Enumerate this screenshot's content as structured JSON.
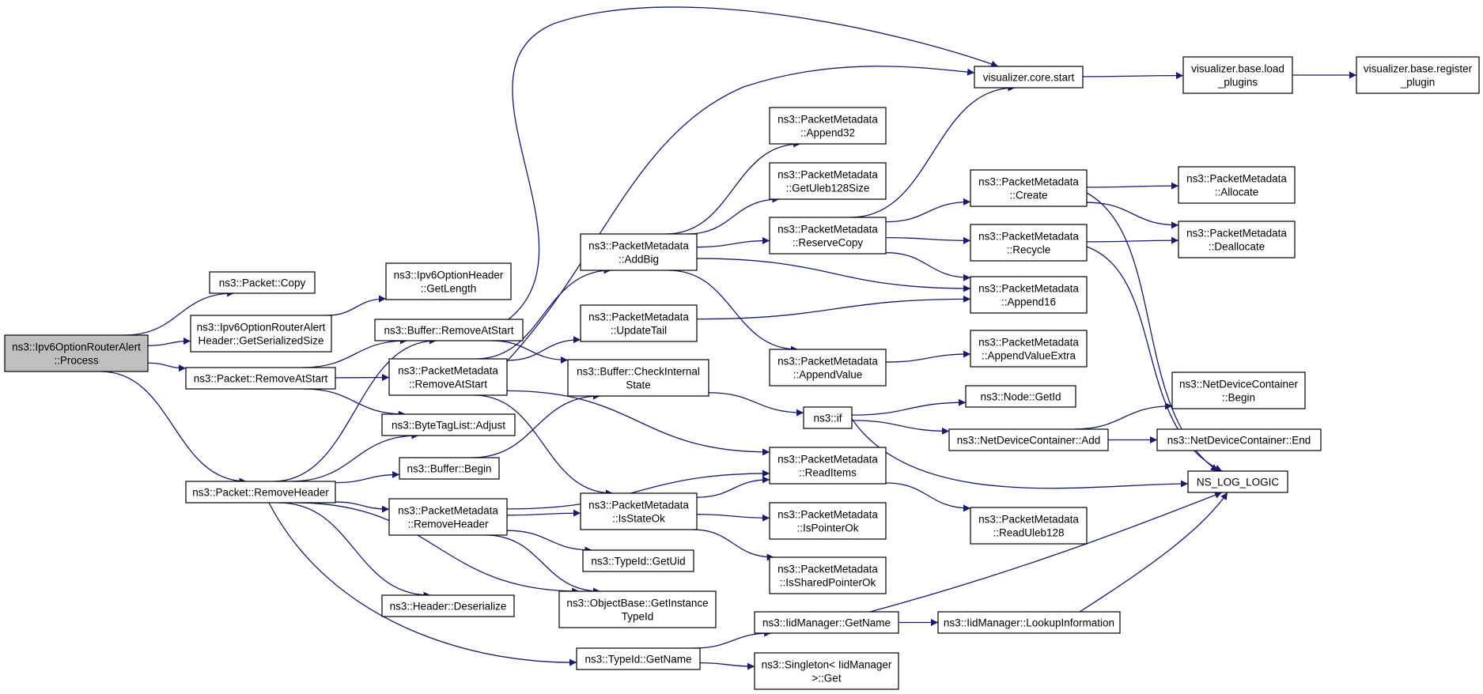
{
  "colors": {
    "edge": "#191970",
    "node_border": "#000000",
    "root_fill": "#bfbfbf",
    "node_fill": "#ffffff"
  },
  "nodes": {
    "root": {
      "lines": [
        "ns3::Ipv6OptionRouterAlert",
        "::Process"
      ]
    },
    "pkt_copy": {
      "lines": [
        "ns3::Packet::Copy"
      ]
    },
    "rtr_getsz": {
      "lines": [
        "ns3::Ipv6OptionRouterAlert",
        "Header::GetSerializedSize"
      ]
    },
    "pkt_remstart": {
      "lines": [
        "ns3::Packet::RemoveAtStart"
      ]
    },
    "pkt_remhdr": {
      "lines": [
        "ns3::Packet::RemoveHeader"
      ]
    },
    "opt_getlen": {
      "lines": [
        "ns3::Ipv6OptionHeader",
        "::GetLength"
      ]
    },
    "buf_remstart": {
      "lines": [
        "ns3::Buffer::RemoveAtStart"
      ]
    },
    "pm_remstart": {
      "lines": [
        "ns3::PacketMetadata",
        "::RemoveAtStart"
      ]
    },
    "btl_adjust": {
      "lines": [
        "ns3::ByteTagList::Adjust"
      ]
    },
    "buf_begin": {
      "lines": [
        "ns3::Buffer::Begin"
      ]
    },
    "pm_remhdr": {
      "lines": [
        "ns3::PacketMetadata",
        "::RemoveHeader"
      ]
    },
    "hdr_deser": {
      "lines": [
        "ns3::Header::Deserialize"
      ]
    },
    "pm_addbig": {
      "lines": [
        "ns3::PacketMetadata",
        "::AddBig"
      ]
    },
    "pm_updtail": {
      "lines": [
        "ns3::PacketMetadata",
        "::UpdateTail"
      ]
    },
    "buf_check": {
      "lines": [
        "ns3::Buffer::CheckInternal",
        "State"
      ]
    },
    "pm_isstate": {
      "lines": [
        "ns3::PacketMetadata",
        "::IsStateOk"
      ]
    },
    "tid_getuid": {
      "lines": [
        "ns3::TypeId::GetUid"
      ]
    },
    "ob_getinst": {
      "lines": [
        "ns3::ObjectBase::GetInstance",
        "TypeId"
      ]
    },
    "tid_getname": {
      "lines": [
        "ns3::TypeId::GetName"
      ]
    },
    "vis_core": {
      "lines": [
        "visualizer.core.start"
      ]
    },
    "pm_append32": {
      "lines": [
        "ns3::PacketMetadata",
        "::Append32"
      ]
    },
    "pm_getuleb": {
      "lines": [
        "ns3::PacketMetadata",
        "::GetUleb128Size"
      ]
    },
    "pm_rescopy": {
      "lines": [
        "ns3::PacketMetadata",
        "::ReserveCopy"
      ]
    },
    "pm_appval": {
      "lines": [
        "ns3::PacketMetadata",
        "::AppendValue"
      ]
    },
    "ns3_if": {
      "lines": [
        "ns3::if"
      ]
    },
    "pm_readitems": {
      "lines": [
        "ns3::PacketMetadata",
        "::ReadItems"
      ]
    },
    "pm_isptr": {
      "lines": [
        "ns3::PacketMetadata",
        "::IsPointerOk"
      ]
    },
    "pm_isshared": {
      "lines": [
        "ns3::PacketMetadata",
        "::IsSharedPointerOk"
      ]
    },
    "iid_getname": {
      "lines": [
        "ns3::IidManager::GetName"
      ]
    },
    "singleton": {
      "lines": [
        "ns3::Singleton< IidManager",
        ">::Get"
      ]
    },
    "vis_load": {
      "lines": [
        "visualizer.base.load",
        "_plugins"
      ]
    },
    "pm_create": {
      "lines": [
        "ns3::PacketMetadata",
        "::Create"
      ]
    },
    "pm_recycle": {
      "lines": [
        "ns3::PacketMetadata",
        "::Recycle"
      ]
    },
    "pm_append16": {
      "lines": [
        "ns3::PacketMetadata",
        "::Append16"
      ]
    },
    "pm_appvalx": {
      "lines": [
        "ns3::PacketMetadata",
        "::AppendValueExtra"
      ]
    },
    "node_getid": {
      "lines": [
        "ns3::Node::GetId"
      ]
    },
    "ndc_add": {
      "lines": [
        "ns3::NetDeviceContainer::Add"
      ]
    },
    "pm_readuleb": {
      "lines": [
        "ns3::PacketMetadata",
        "::ReadUleb128"
      ]
    },
    "iid_lookup": {
      "lines": [
        "ns3::IidManager::LookupInformation"
      ]
    },
    "vis_reg": {
      "lines": [
        "visualizer.base.register",
        "_plugin"
      ]
    },
    "pm_alloc": {
      "lines": [
        "ns3::PacketMetadata",
        "::Allocate"
      ]
    },
    "pm_dealloc": {
      "lines": [
        "ns3::PacketMetadata",
        "::Deallocate"
      ]
    },
    "ndc_begin": {
      "lines": [
        "ns3::NetDeviceContainer",
        "::Begin"
      ]
    },
    "ndc_end": {
      "lines": [
        "ns3::NetDeviceContainer::End"
      ]
    },
    "ns_log": {
      "lines": [
        "NS_LOG_LOGIC"
      ]
    }
  },
  "edges": [
    [
      "root",
      "pkt_copy"
    ],
    [
      "root",
      "rtr_getsz"
    ],
    [
      "root",
      "pkt_remstart"
    ],
    [
      "root",
      "pkt_remhdr"
    ],
    [
      "rtr_getsz",
      "opt_getlen"
    ],
    [
      "pkt_remstart",
      "buf_remstart"
    ],
    [
      "pkt_remstart",
      "pm_remstart"
    ],
    [
      "pkt_remstart",
      "btl_adjust"
    ],
    [
      "pkt_remhdr",
      "buf_remstart"
    ],
    [
      "pkt_remhdr",
      "btl_adjust"
    ],
    [
      "pkt_remhdr",
      "buf_begin"
    ],
    [
      "pkt_remhdr",
      "pm_remhdr"
    ],
    [
      "pkt_remhdr",
      "hdr_deser"
    ],
    [
      "pkt_remhdr",
      "ob_getinst"
    ],
    [
      "pkt_remhdr",
      "tid_getname"
    ],
    [
      "buf_remstart",
      "vis_core"
    ],
    [
      "buf_remstart",
      "buf_check"
    ],
    [
      "pm_remstart",
      "pm_addbig"
    ],
    [
      "pm_remstart",
      "pm_updtail"
    ],
    [
      "pm_remstart",
      "vis_core"
    ],
    [
      "pm_remstart",
      "pm_isstate"
    ],
    [
      "pm_remstart",
      "pm_readitems"
    ],
    [
      "buf_begin",
      "buf_check"
    ],
    [
      "pm_remhdr",
      "pm_readitems"
    ],
    [
      "pm_remhdr",
      "pm_isstate"
    ],
    [
      "pm_remhdr",
      "tid_getuid"
    ],
    [
      "pm_remhdr",
      "ob_getinst"
    ],
    [
      "pm_addbig",
      "pm_append32"
    ],
    [
      "pm_addbig",
      "pm_getuleb"
    ],
    [
      "pm_addbig",
      "pm_rescopy"
    ],
    [
      "pm_addbig",
      "pm_append16"
    ],
    [
      "pm_addbig",
      "pm_appval"
    ],
    [
      "pm_updtail",
      "pm_append16"
    ],
    [
      "buf_check",
      "ns3_if"
    ],
    [
      "pm_isstate",
      "pm_readitems"
    ],
    [
      "pm_isstate",
      "pm_isptr"
    ],
    [
      "pm_isstate",
      "pm_isshared"
    ],
    [
      "tid_getname",
      "iid_getname"
    ],
    [
      "tid_getname",
      "singleton"
    ],
    [
      "vis_core",
      "vis_load"
    ],
    [
      "vis_load",
      "vis_reg"
    ],
    [
      "pm_rescopy",
      "vis_core"
    ],
    [
      "pm_rescopy",
      "pm_create"
    ],
    [
      "pm_rescopy",
      "pm_recycle"
    ],
    [
      "pm_rescopy",
      "pm_append16"
    ],
    [
      "pm_appval",
      "pm_appvalx"
    ],
    [
      "ns3_if",
      "node_getid"
    ],
    [
      "ns3_if",
      "ndc_add"
    ],
    [
      "ns3_if",
      "ns_log"
    ],
    [
      "pm_readitems",
      "pm_readuleb"
    ],
    [
      "iid_getname",
      "iid_lookup"
    ],
    [
      "iid_getname",
      "ns_log"
    ],
    [
      "pm_create",
      "pm_alloc"
    ],
    [
      "pm_create",
      "pm_dealloc"
    ],
    [
      "pm_create",
      "ns_log"
    ],
    [
      "pm_recycle",
      "pm_dealloc"
    ],
    [
      "pm_recycle",
      "ns_log"
    ],
    [
      "ndc_add",
      "ndc_begin"
    ],
    [
      "ndc_add",
      "ndc_end"
    ],
    [
      "iid_lookup",
      "ns_log"
    ]
  ]
}
